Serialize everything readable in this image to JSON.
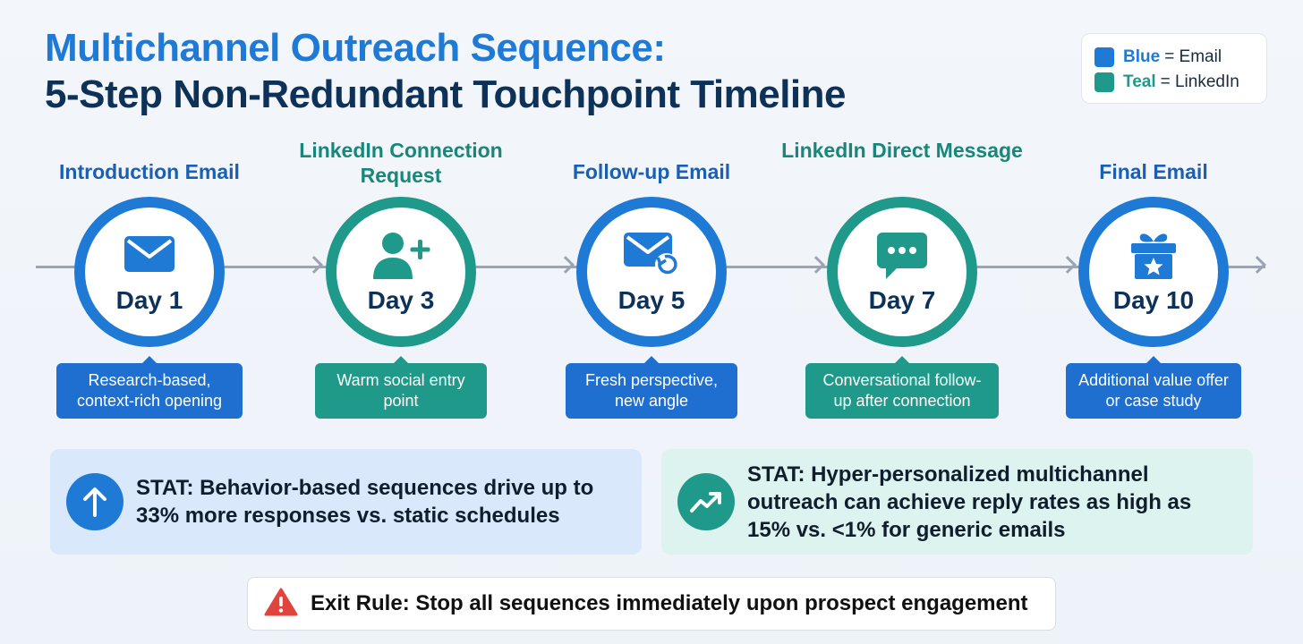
{
  "title": {
    "line1": "Multichannel Outreach Sequence:",
    "line2": "5-Step Non-Redundant Touchpoint Timeline"
  },
  "legend": {
    "items": [
      {
        "key": "Blue",
        "label": "= Email",
        "color": "#1f7ad6"
      },
      {
        "key": "Teal",
        "label": "= LinkedIn",
        "color": "#1f9a8a"
      }
    ]
  },
  "colors": {
    "email": "#1f7ad6",
    "linkedin": "#1f9a8a",
    "email_text": "#1a5fb4",
    "linkedin_text": "#17877a"
  },
  "steps": [
    {
      "title": "Introduction Email",
      "day": "Day 1",
      "description": "Research-based, context-rich opening",
      "channel": "email",
      "icon": "envelope-icon"
    },
    {
      "title": "LinkedIn Connection Request",
      "day": "Day 3",
      "description": "Warm social entry point",
      "channel": "linkedin",
      "icon": "add-user-icon"
    },
    {
      "title": "Follow-up Email",
      "day": "Day 5",
      "description": "Fresh perspective, new angle",
      "channel": "email",
      "icon": "envelope-reply-icon"
    },
    {
      "title": "LinkedIn Direct Message",
      "day": "Day 7",
      "description": "Conversational follow-up after connection",
      "channel": "linkedin",
      "icon": "chat-bubble-icon"
    },
    {
      "title": "Final Email",
      "day": "Day 10",
      "description": "Additional value offer or case study",
      "channel": "email",
      "icon": "gift-icon"
    }
  ],
  "stats": [
    {
      "text": "STAT: Behavior-based sequences drive up to 33% more responses vs. static schedules",
      "icon": "arrow-up-icon"
    },
    {
      "text": "STAT: Hyper-personalized multichannel outreach can achieve reply rates as high as 15% vs. <1% for generic emails",
      "icon": "trend-up-icon"
    }
  ],
  "exit_rule": {
    "text": "Exit Rule: Stop all sequences immediately upon prospect engagement",
    "icon": "warning-icon"
  }
}
